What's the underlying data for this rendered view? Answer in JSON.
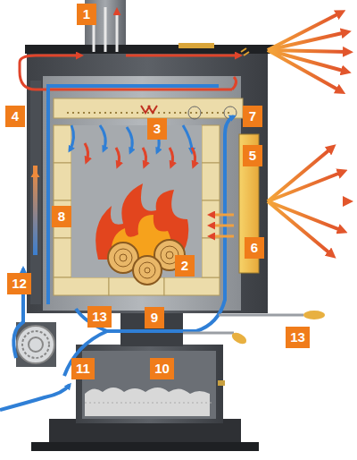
{
  "diagram": {
    "labels": [
      "1",
      "4",
      "3",
      "7",
      "5",
      "8",
      "6",
      "2",
      "12",
      "13",
      "9",
      "13",
      "11",
      "10"
    ]
  }
}
